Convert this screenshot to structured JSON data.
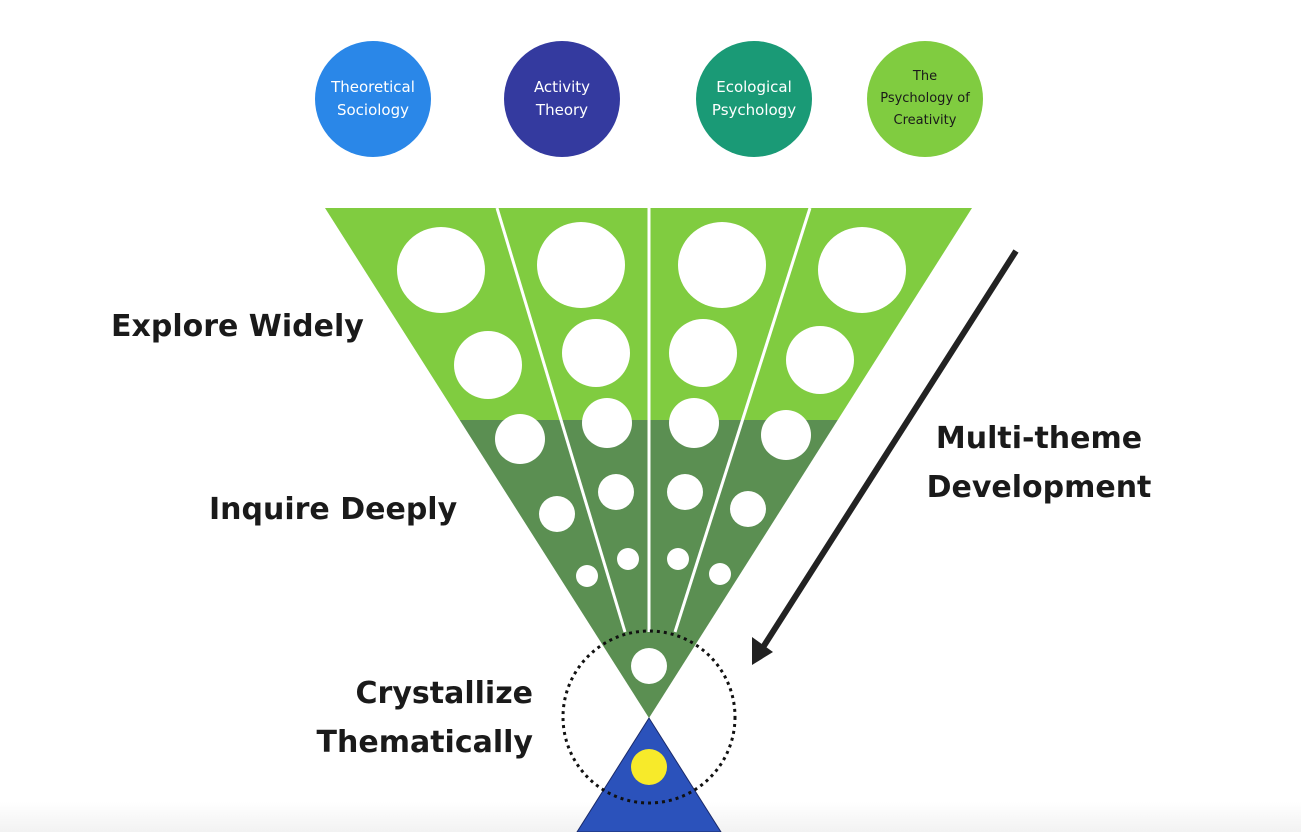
{
  "themes": [
    {
      "label": "Theoretical\nSociology",
      "color": "#2a87e8",
      "text_color": "#ffffff"
    },
    {
      "label": "Activity\nTheory",
      "color": "#343a9f",
      "text_color": "#ffffff"
    },
    {
      "label": "Ecological\nPsychology",
      "color": "#1a9a76",
      "text_color": "#ffffff"
    },
    {
      "label": "The\nPsychology of\nCreativity",
      "color": "#80cc40",
      "text_color": "#1a1a1a"
    }
  ],
  "stages": {
    "explore": {
      "label": "Explore Widely",
      "color": "#80cc40"
    },
    "inquire": {
      "label": "Inquire  Deeply",
      "color": "#5b8f52"
    },
    "crystallize": {
      "label": "Crystallize\nThematically",
      "color": "#2b52bb",
      "core_color": "#f7ea2a"
    }
  },
  "arrow": {
    "label": "Multi-theme\nDevelopment",
    "color": "#222222"
  }
}
